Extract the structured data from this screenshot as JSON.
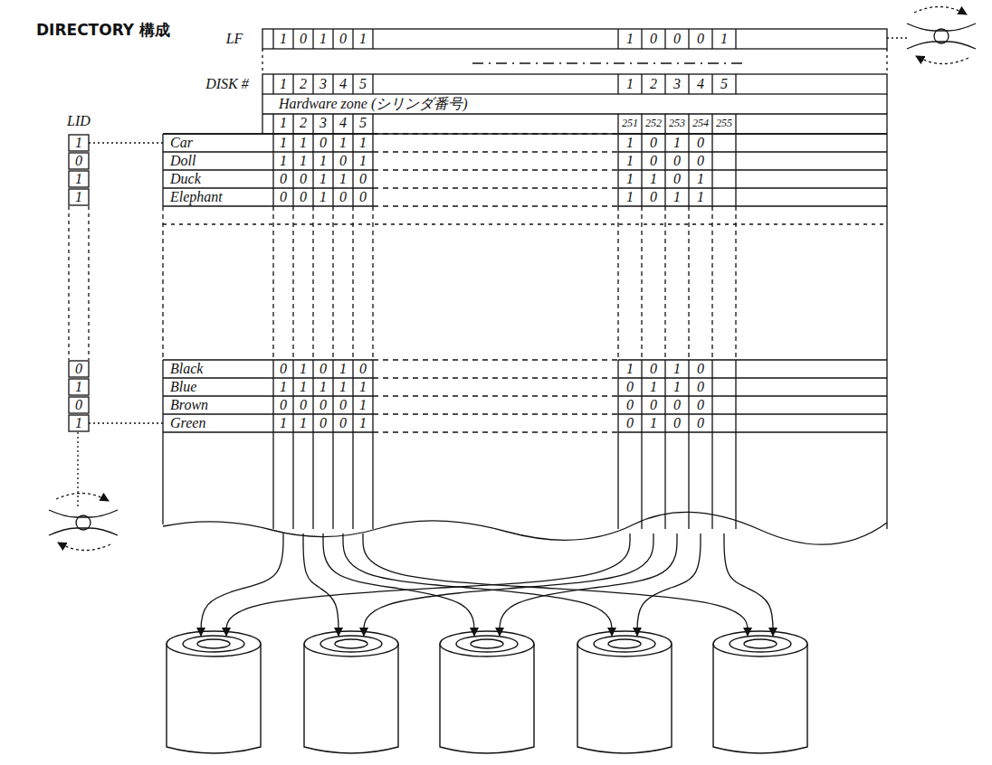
{
  "diagram": {
    "title": "DIRECTORY 構成",
    "labels": [
      "LF",
      "1",
      "0",
      "1",
      "0",
      "1",
      "1",
      "0",
      "0",
      "0",
      "1",
      "DISK #",
      "1",
      "2",
      "3",
      "4",
      "5",
      "1",
      "2",
      "3",
      "4",
      "5",
      "Hardware zone (シリンダ番号)",
      "1",
      "2",
      "3",
      "4",
      "5",
      "251",
      "252",
      "253",
      "254",
      "255",
      "LID",
      "1",
      "Car",
      "1",
      "1",
      "0",
      "1",
      "1",
      "1",
      "0",
      "1",
      "0",
      "0",
      "Doll",
      "1",
      "1",
      "1",
      "0",
      "1",
      "1",
      "0",
      "0",
      "0",
      "1",
      "Duck",
      "0",
      "0",
      "1",
      "1",
      "0",
      "1",
      "1",
      "0",
      "1",
      "1",
      "Elephant",
      "0",
      "0",
      "1",
      "0",
      "0",
      "1",
      "0",
      "1",
      "1",
      "0",
      "Black",
      "0",
      "1",
      "0",
      "1",
      "0",
      "1",
      "0",
      "1",
      "0",
      "1",
      "Blue",
      "1",
      "1",
      "1",
      "1",
      "1",
      "0",
      "1",
      "1",
      "0",
      "0",
      "Brown",
      "0",
      "0",
      "0",
      "0",
      "1",
      "0",
      "0",
      "0",
      "0",
      "1",
      "Green",
      "1",
      "1",
      "0",
      "0",
      "1",
      "0",
      "1",
      "0",
      "0"
    ]
  }
}
